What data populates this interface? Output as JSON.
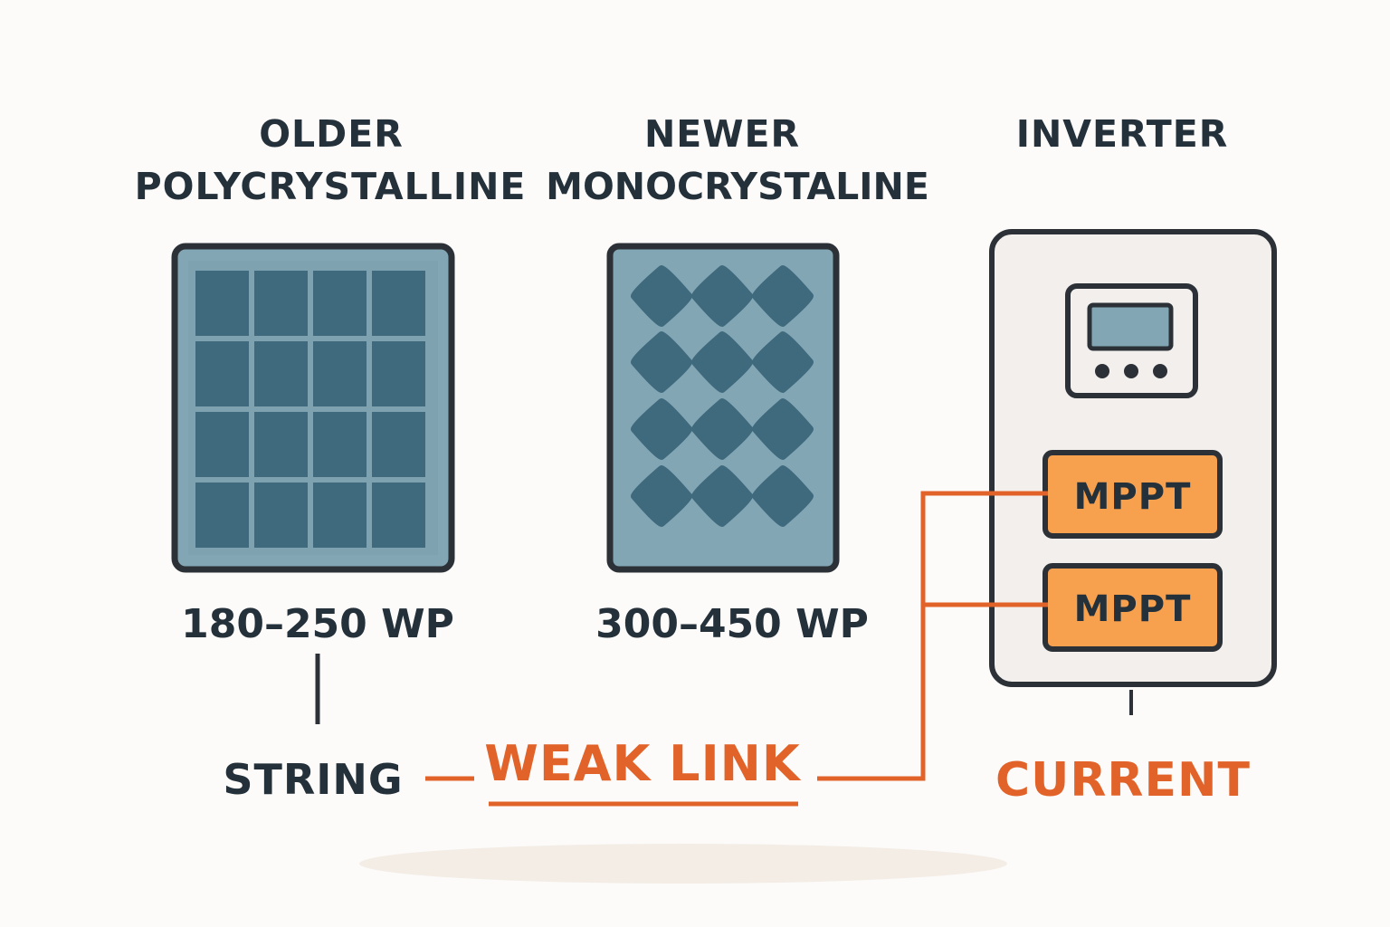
{
  "colors": {
    "dark": "#2b3136",
    "panel_fill": "#82a6b4",
    "cell_fill": "#3f6a7d",
    "mppt_fill": "#f7a04e",
    "accent": "#e2632a",
    "inverter_fill": "#f2efec"
  },
  "columns": {
    "poly": {
      "title_line1": "OLDER",
      "title_line2": "POLYCRYSTALLINE",
      "power": "180–250 WP",
      "grid": "4x4 square cells"
    },
    "mono": {
      "title_line1": "NEWER",
      "title_line2": "MONOCRYSTALINE",
      "power": "300–450 WP",
      "grid": "3x4 rounded diamond cells"
    },
    "inverter": {
      "title": "INVERTER",
      "mppt_labels": [
        "MPPT",
        "MPPT"
      ]
    }
  },
  "bottom": {
    "string_label": "STRING",
    "weak_link_label": "WEAK LINK",
    "current_label": "CURRENT"
  }
}
